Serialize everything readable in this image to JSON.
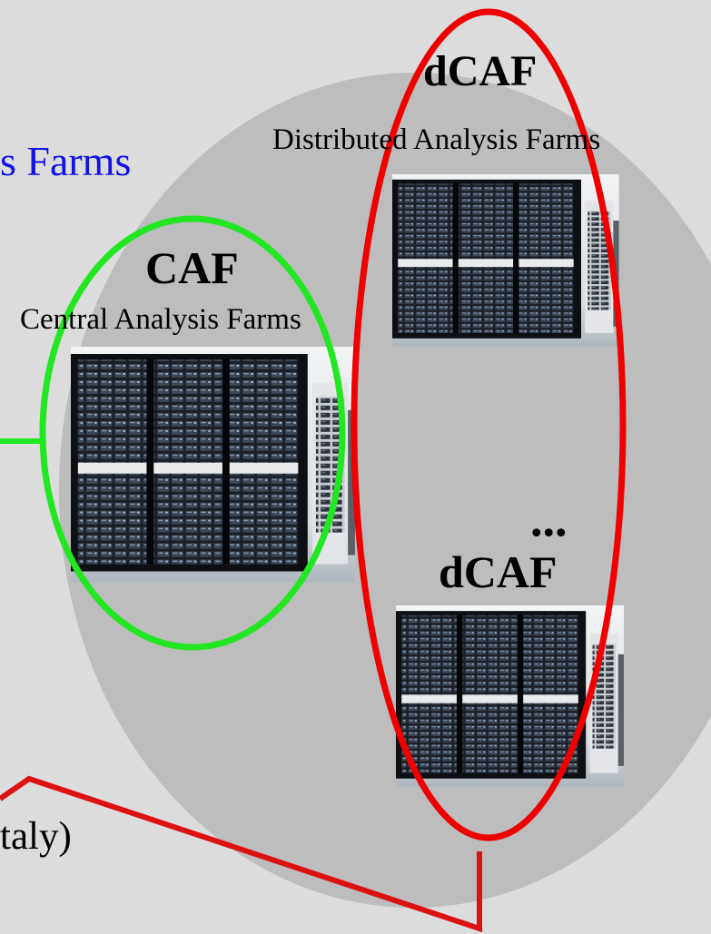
{
  "diagram": {
    "colors": {
      "background": "#dcdcdc",
      "big_ellipse": "#bdbdbd",
      "caf_ring": "#22e622",
      "dcaf_ring": "#ee0000",
      "blue_text": "#1212e6",
      "connector_red": "#dd1111",
      "connector_green": "#22e622"
    },
    "fragments": {
      "farms": "s Farms",
      "italy": "taly)"
    },
    "caf": {
      "title": "CAF",
      "subtitle": "Central Analysis Farms",
      "image": "server-racks"
    },
    "dcaf_top": {
      "title": "dCAF",
      "subtitle": "Distributed Analysis Farms",
      "image": "server-racks"
    },
    "ellipsis": "...",
    "dcaf_bottom": {
      "title": "dCAF",
      "image": "server-racks"
    }
  }
}
